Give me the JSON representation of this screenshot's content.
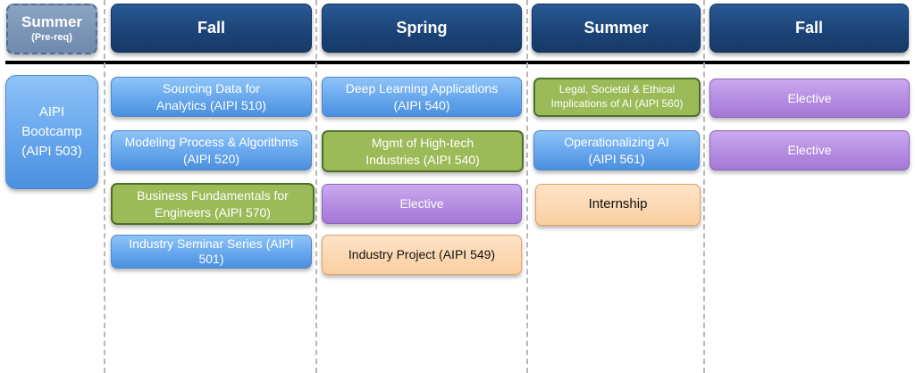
{
  "headers": {
    "summer_prereq_title": "Summer",
    "summer_prereq_sub": "(Pre-req)",
    "col1": "Fall",
    "col2": "Spring",
    "col3": "Summer",
    "col4": "Fall"
  },
  "columns": {
    "summer_prereq": {
      "courses": [
        {
          "line1": "AIPI",
          "line2": "Bootcamp",
          "line3": "(AIPI 503)"
        }
      ]
    },
    "fall1": {
      "courses": [
        {
          "line1": "Sourcing Data for",
          "line2": "Analytics (AIPI 510)"
        },
        {
          "line1": "Modeling Process & Algorithms",
          "line2": "(AIPI 520)"
        },
        {
          "line1": "Business Fundamentals for",
          "line2": "Engineers (AIPI 570)"
        },
        {
          "line1": "Industry Seminar Series (AIPI",
          "line2": "501)"
        }
      ]
    },
    "spring": {
      "courses": [
        {
          "line1": "Deep Learning Applications",
          "line2": "(AIPI 540)"
        },
        {
          "line1": "Mgmt of High-tech",
          "line2": "Industries (AIPI 540)"
        },
        {
          "line1": "Elective"
        },
        {
          "line1": "Industry Project (AIPI 549)"
        }
      ]
    },
    "summer": {
      "courses": [
        {
          "line1": "Legal, Societal & Ethical",
          "line2": "Implications of AI (AIPI 560)"
        },
        {
          "line1": "Operationalizing AI",
          "line2": "(AIPI 561)"
        },
        {
          "line1": "Internship"
        }
      ]
    },
    "fall2": {
      "courses": [
        {
          "line1": "Elective"
        },
        {
          "line1": "Elective"
        }
      ]
    }
  },
  "colors": {
    "header_navy": "#1c4478",
    "core_blue": "#6aa9ee",
    "business_green": "#9bbb59",
    "elective_purple": "#b28ae0",
    "experience_orange": "#fbcfa0"
  }
}
